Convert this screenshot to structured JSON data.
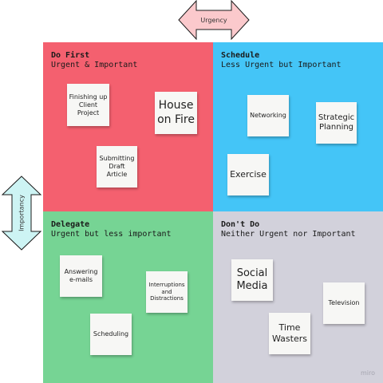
{
  "axes": {
    "horizontal_label": "Urgency",
    "vertical_label": "Importancy"
  },
  "quadrants": {
    "do_first": {
      "title": "Do First",
      "subtitle": "Urgent & Important",
      "color": "#f4606f",
      "notes": [
        "Finishing up Client Project",
        "House on Fire",
        "Submitting Draft Article"
      ]
    },
    "schedule": {
      "title": "Schedule",
      "subtitle": "Less Urgent but Important",
      "color": "#44c5f7",
      "notes": [
        "Networking",
        "Strategic Planning",
        "Exercise"
      ]
    },
    "delegate": {
      "title": "Delegate",
      "subtitle": "Urgent but less important",
      "color": "#76d494",
      "notes": [
        "Answering e-mails",
        "Interruptions and Distractions",
        "Scheduling"
      ]
    },
    "dont_do": {
      "title": "Don't Do",
      "subtitle": "Neither Urgent nor Important",
      "color": "#d2d1db",
      "notes": [
        "Social Media",
        "Television",
        "Time Wasters"
      ]
    }
  },
  "watermark": "miro"
}
